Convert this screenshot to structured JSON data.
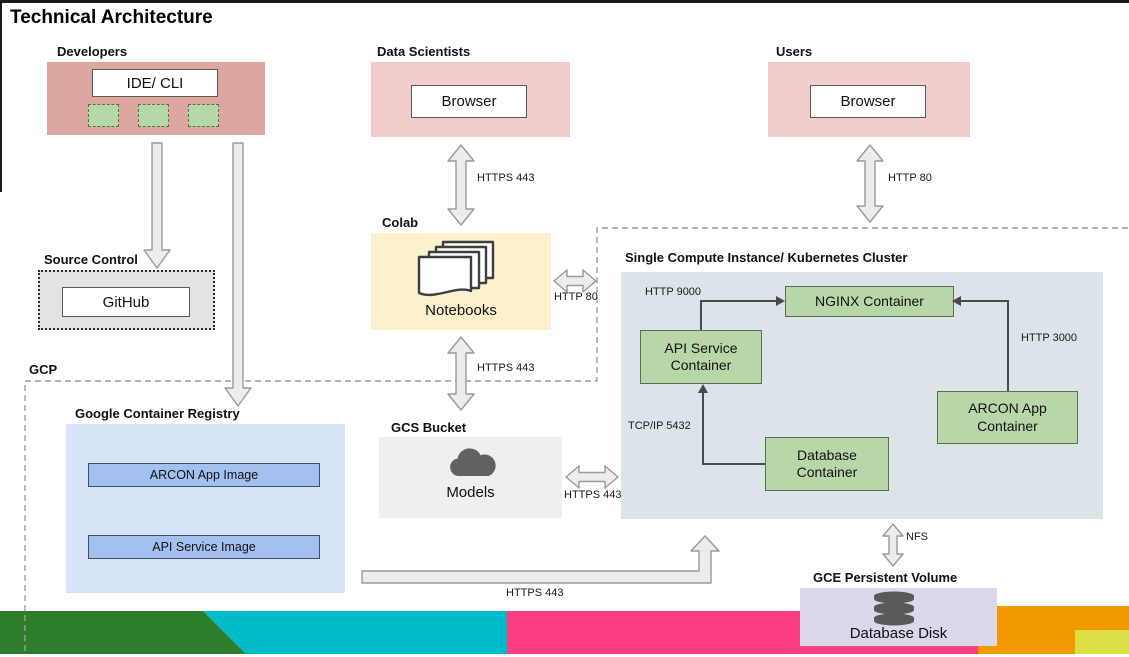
{
  "title": "Technical Architecture",
  "actors": {
    "developers": {
      "label": "Developers",
      "tool": "IDE/ CLI"
    },
    "data_scientists": {
      "label": "Data Scientists",
      "tool": "Browser"
    },
    "users": {
      "label": "Users",
      "tool": "Browser"
    }
  },
  "source_control": {
    "label": "Source Control",
    "tool": "GitHub"
  },
  "colab": {
    "label": "Colab",
    "item": "Notebooks"
  },
  "gcp": {
    "label": "GCP"
  },
  "registry": {
    "label": "Google Container Registry",
    "images": [
      "ARCON App Image",
      "API Service Image"
    ]
  },
  "bucket": {
    "label": "GCS Bucket",
    "item": "Models"
  },
  "cluster": {
    "label": "Single Compute Instance/ Kubernetes Cluster",
    "containers": {
      "nginx": "NGINX Container",
      "api": "API Service Container",
      "arcon": "ARCON App Container",
      "database": "Database Container"
    }
  },
  "volume": {
    "label": "GCE Persistent Volume",
    "item": "Database Disk"
  },
  "connections": {
    "data_scientists_colab": "HTTPS 443",
    "users_cluster": "HTTP 80",
    "colab_cluster": "HTTP 80",
    "colab_bucket": "HTTPS 443",
    "bucket_cluster": "HTTPS 443",
    "registry_cluster": "HTTPS 443",
    "api_nginx": "HTTP 9000",
    "arcon_nginx": "HTTP 3000",
    "database_api": "TCP/IP 5432",
    "cluster_volume": "NFS"
  },
  "colors": {
    "developers_fill": "#dca79e",
    "users_fill": "#f2cdcd",
    "colab_fill": "#fcf0cd",
    "source_control_fill": "#e3e3e3",
    "registry_fill": "#d7e4f7",
    "image_fill": "#a2c1f0",
    "bucket_fill": "#efefef",
    "cluster_fill": "#dbe4e8",
    "container_fill": "#b8d7a9",
    "volume_fill": "#ddd7eb",
    "stripe_green": "#2e7d2b",
    "stripe_cyan": "#00bcc9",
    "stripe_pink": "#fb3e81",
    "stripe_orange": "#f29900",
    "stripe_yellow": "#dcdf43"
  }
}
